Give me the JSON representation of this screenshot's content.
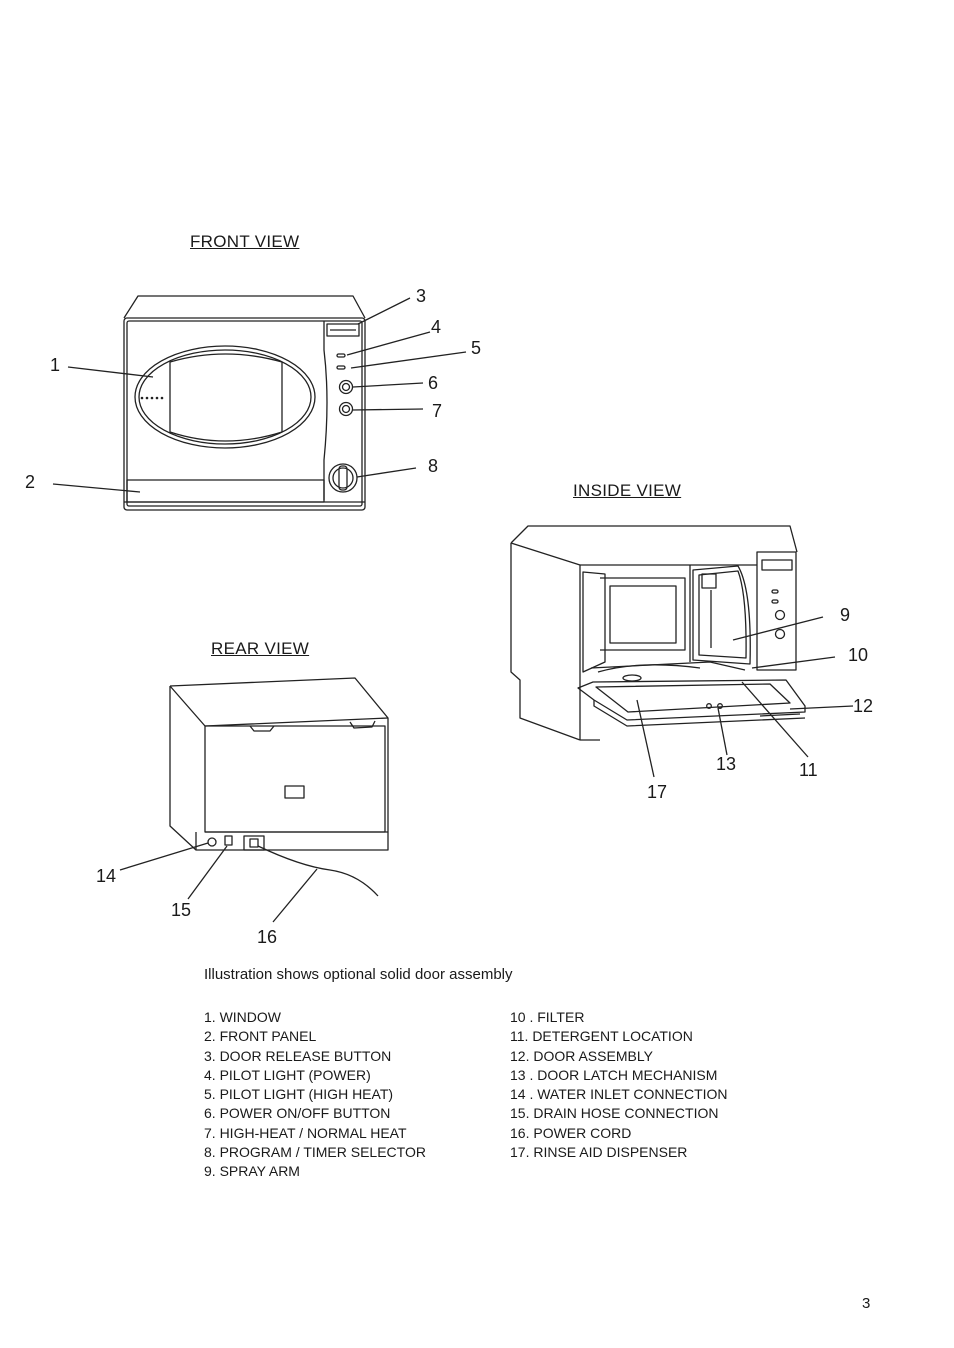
{
  "views": {
    "front": "FRONT VIEW",
    "inside": "INSIDE VIEW",
    "rear": "REAR VIEW"
  },
  "callouts": [
    "1",
    "2",
    "3",
    "4",
    "5",
    "6",
    "7",
    "8",
    "9",
    "10",
    "11",
    "12",
    "13",
    "14",
    "15",
    "16",
    "17"
  ],
  "note": "Illustration shows optional solid door assembly",
  "legend_left": [
    "1. WINDOW",
    "2. FRONT PANEL",
    "3. DOOR RELEASE BUTTON",
    "4. PILOT LIGHT (POWER)",
    "5. PILOT LIGHT (HIGH HEAT)",
    "6. POWER ON/OFF BUTTON",
    "7. HIGH-HEAT / NORMAL HEAT",
    "8. PROGRAM / TIMER SELECTOR",
    "9. SPRAY ARM"
  ],
  "legend_right": [
    "10 . FILTER",
    "11. DETERGENT LOCATION",
    "12. DOOR ASSEMBLY",
    "13 . DOOR LATCH MECHANISM",
    "14 . WATER INLET CONNECTION",
    "15. DRAIN HOSE CONNECTION",
    "16. POWER CORD",
    "17.  RINSE AID DISPENSER"
  ],
  "page_number": "3"
}
